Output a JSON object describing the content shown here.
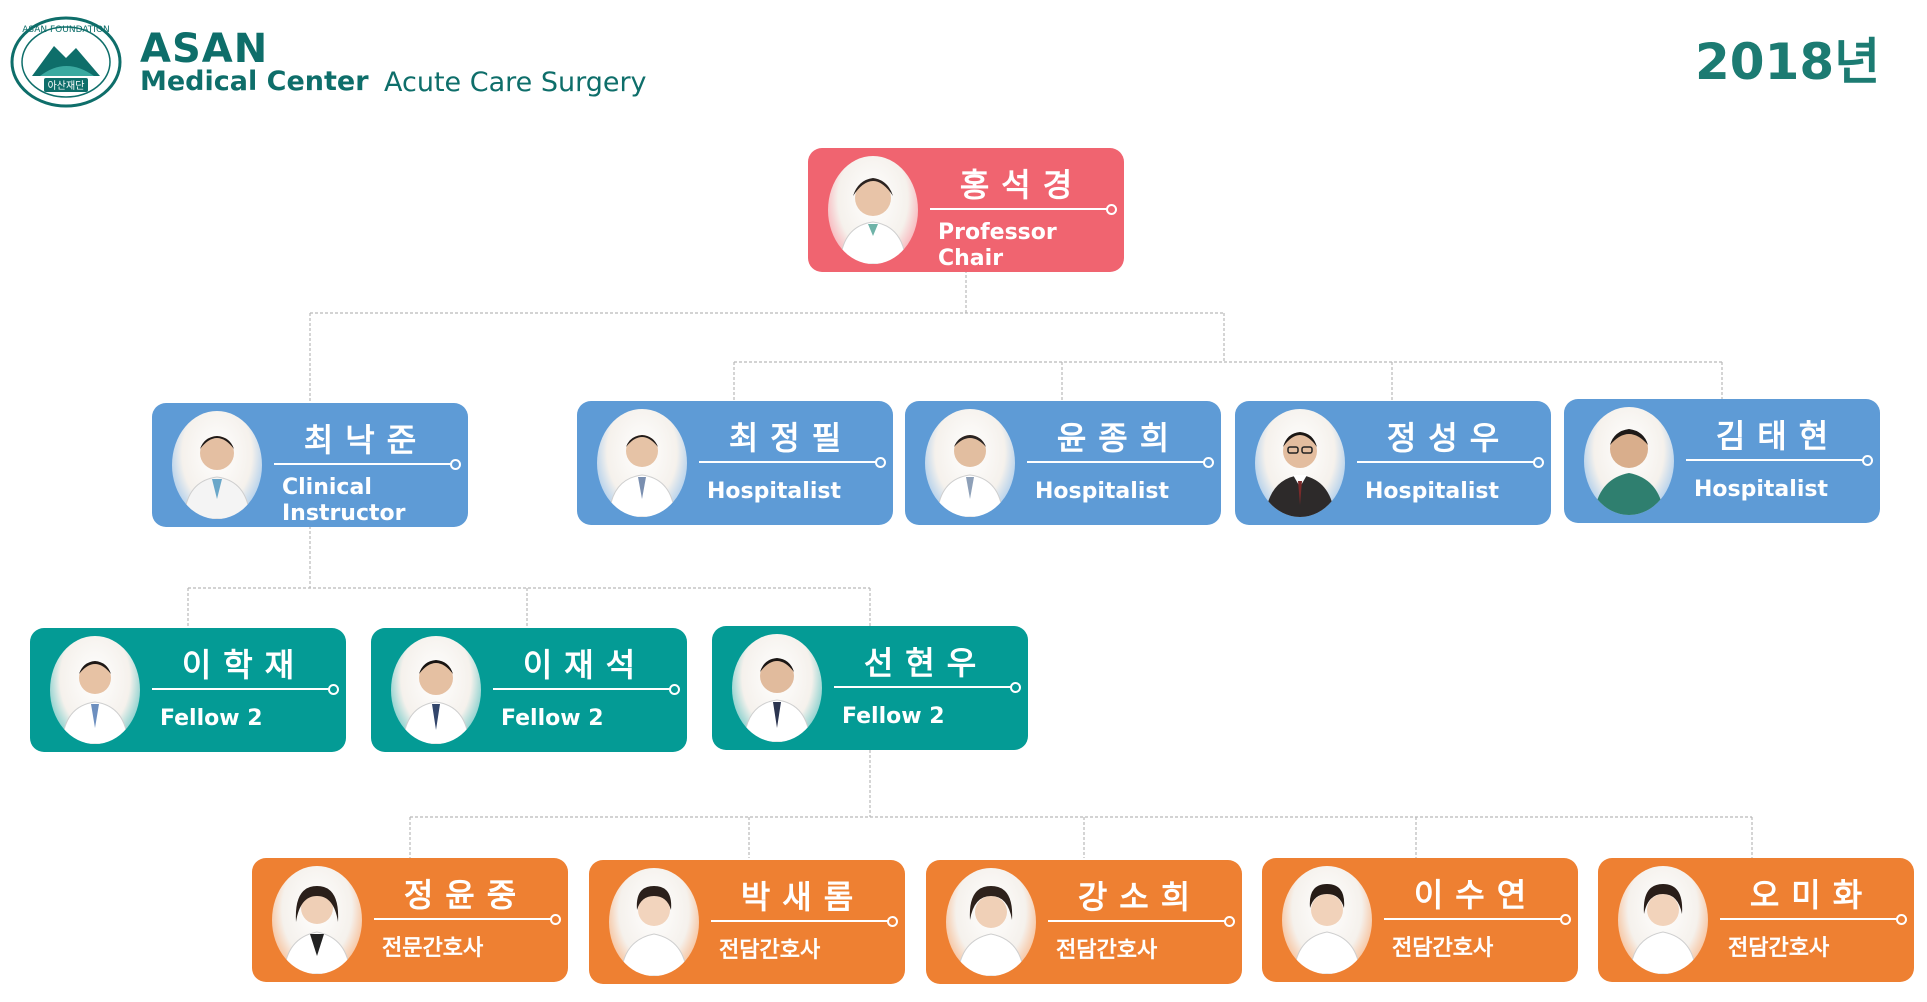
{
  "header": {
    "logo_text": "ASAN FOUNDATION 아산재단",
    "brand_line1": "ASAN",
    "brand_line2": "Medical Center",
    "department": "Acute Care Surgery",
    "year": "2018년"
  },
  "colors": {
    "chair": "#f06470",
    "faculty": "#5e9bd6",
    "fellow": "#049b95",
    "nurse": "#ee8032",
    "brand": "#0e6e6a"
  },
  "org": {
    "chair": {
      "name": "홍석경",
      "title": "Professor\nChair"
    },
    "instructor": {
      "name": "최낙준",
      "title": "Clinical\nInstructor"
    },
    "hospitalists": [
      {
        "name": "최정필",
        "title": "Hospitalist"
      },
      {
        "name": "윤종희",
        "title": "Hospitalist"
      },
      {
        "name": "정성우",
        "title": "Hospitalist"
      },
      {
        "name": "김태현",
        "title": "Hospitalist"
      }
    ],
    "fellows": [
      {
        "name": "이학재",
        "title": "Fellow 2"
      },
      {
        "name": "이재석",
        "title": "Fellow 2"
      },
      {
        "name": "선현우",
        "title": "Fellow 2"
      }
    ],
    "nurses": [
      {
        "name": "정윤중",
        "title": "전문간호사"
      },
      {
        "name": "박새롬",
        "title": "전담간호사"
      },
      {
        "name": "강소희",
        "title": "전담간호사"
      },
      {
        "name": "이수연",
        "title": "전담간호사"
      },
      {
        "name": "오미화",
        "title": "전담간호사"
      }
    ]
  }
}
